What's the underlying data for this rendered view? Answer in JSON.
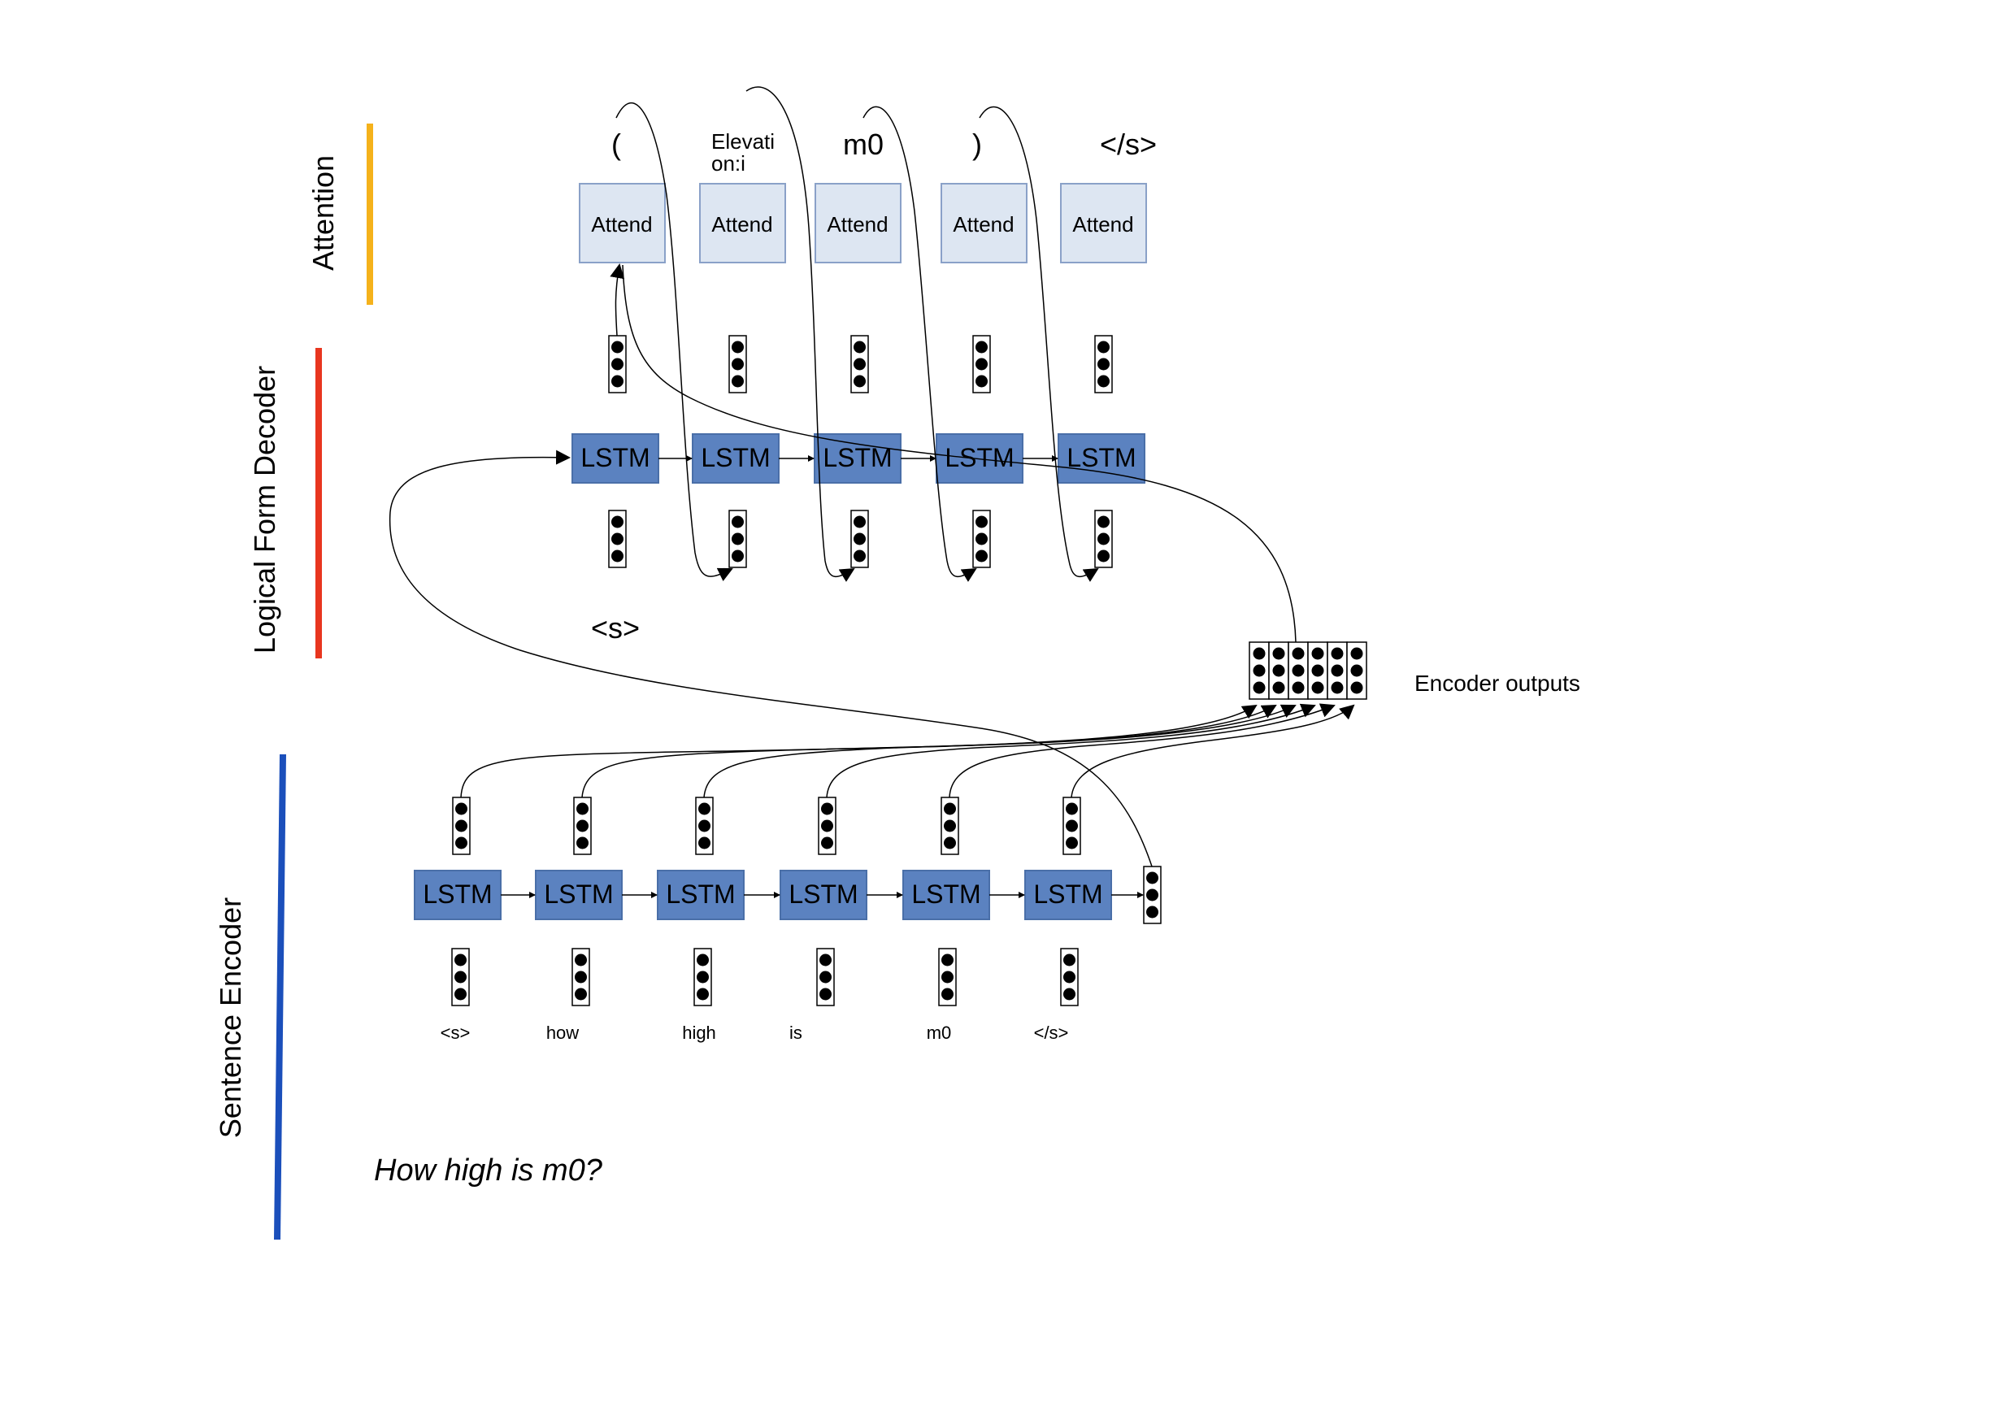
{
  "section_labels": {
    "attention": "Attention",
    "decoder": "Logical Form Decoder",
    "encoder": "Sentence Encoder"
  },
  "colors": {
    "attention_bar": "#f5b21b",
    "decoder_bar": "#e8361f",
    "encoder_bar": "#1b4fbb",
    "lstm_fill": "#5b82c0",
    "attend_fill": "#dde6f2",
    "attend_stroke": "#8aa1c8"
  },
  "output_tokens": [
    "(",
    "Elevati",
    "on:i",
    "m0",
    ")",
    "</s>"
  ],
  "attend_label": "Attend",
  "lstm_label": "LSTM",
  "decoder_start_token": "<s>",
  "encoder_outputs_label": "Encoder outputs",
  "input_tokens": [
    "<s>",
    "how",
    "high",
    "is",
    "m0",
    "</s>"
  ],
  "input_sentence": "How high is m0?"
}
